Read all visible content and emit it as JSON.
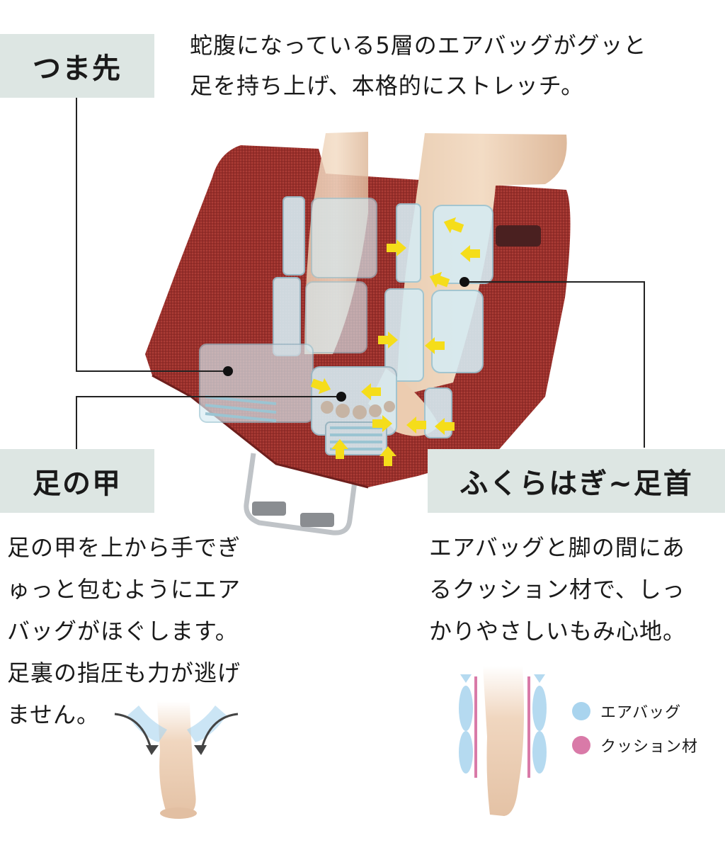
{
  "labels": {
    "toe": "つま先",
    "instep": "足の甲",
    "calf": "ふくらはぎ~足首"
  },
  "descriptions": {
    "toe": [
      "蛇腹になっている5層のエアバッグがグッと",
      "足を持ち上げ、本格的にストレッチ。"
    ],
    "instep": [
      "足の甲を上から手でぎ",
      "ゅっと包むようにエア",
      "バッグがほぐします。",
      "足裏の指圧も力が逃げ",
      "ません。"
    ],
    "calf": [
      "エアバッグと脚の間にあ",
      "るクッション材で、しっ",
      "かりやさしいもみ心地。"
    ]
  },
  "legend": {
    "airbag": "エアバッグ",
    "cushion": "クッション材"
  },
  "colors": {
    "label_bg": "#dde6e3",
    "fabric": "#9a2f2b",
    "airbag_blue": "#a9d4ee",
    "cushion_pink": "#d97aa8",
    "arrow_yellow": "#f5dd1a"
  }
}
